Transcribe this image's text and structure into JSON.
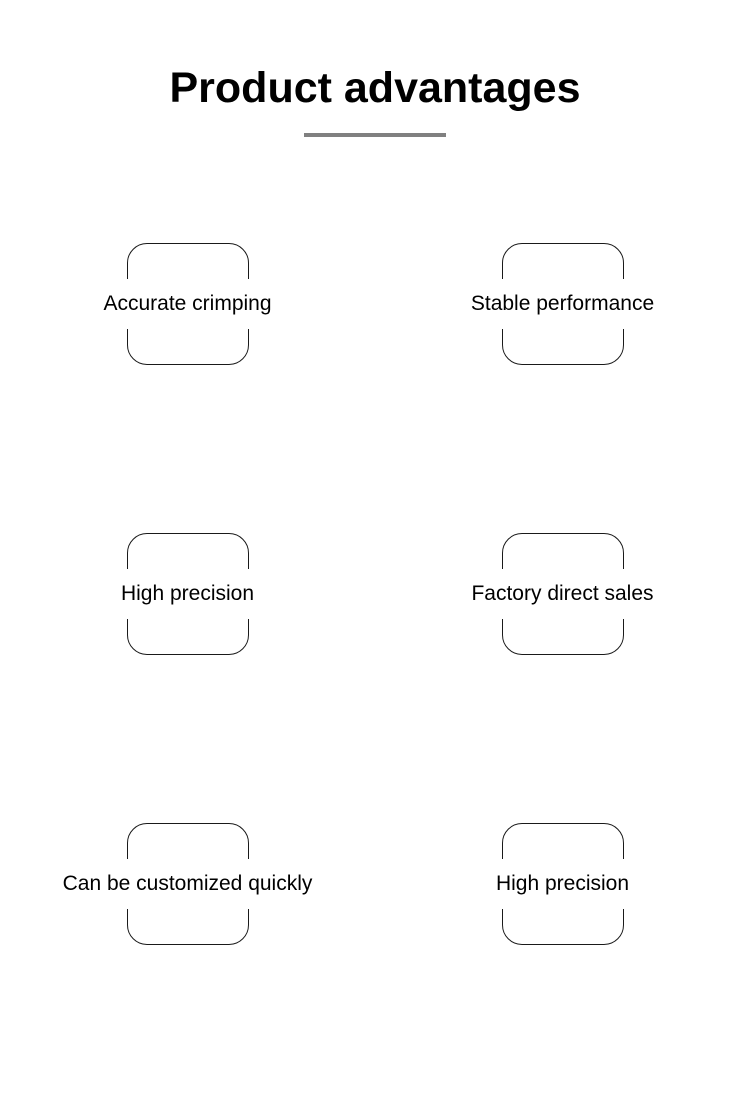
{
  "header": {
    "title": "Product advantages",
    "divider_color": "#808080"
  },
  "theme": {
    "background": "#ffffff",
    "text_color": "#000000",
    "border_color": "#1a1a1a",
    "divider_color": "#808080"
  },
  "advantages": [
    {
      "label": "Accurate crimping",
      "row": 1,
      "column": "left"
    },
    {
      "label": "Stable performance",
      "row": 1,
      "column": "right"
    },
    {
      "label": "High precision",
      "row": 2,
      "column": "left"
    },
    {
      "label": "Factory direct sales",
      "row": 2,
      "column": "right"
    },
    {
      "label": "Can be customized quickly",
      "row": 3,
      "column": "left"
    },
    {
      "label": "High precision",
      "row": 3,
      "column": "right"
    }
  ]
}
